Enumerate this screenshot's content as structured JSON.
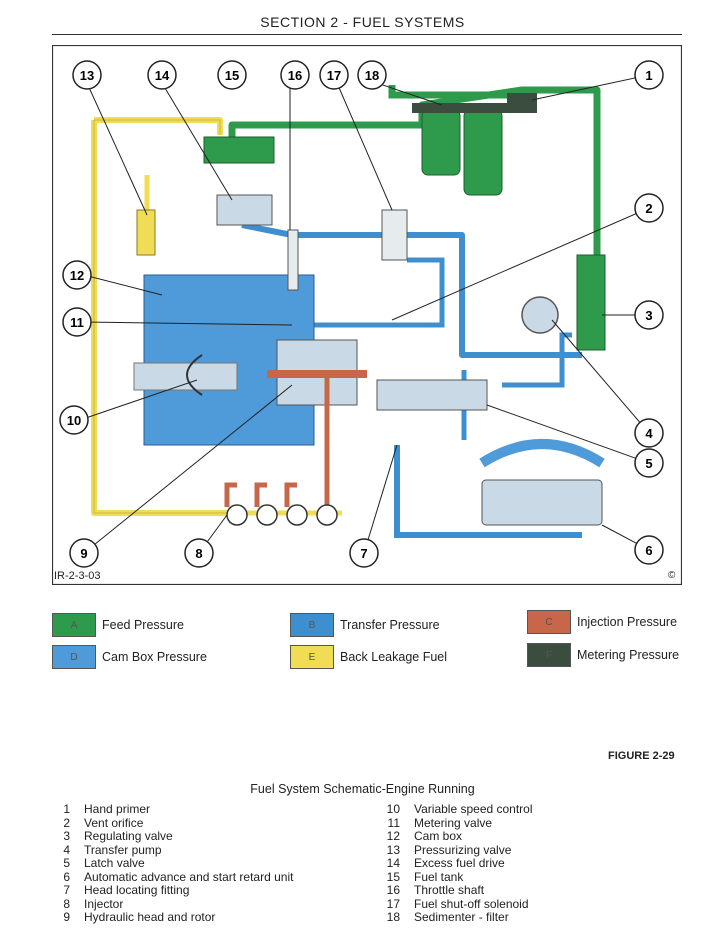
{
  "header": {
    "title": "SECTION 2 - FUEL SYSTEMS"
  },
  "figure": {
    "code": "IR-2-3-03",
    "corner_mark": "©",
    "number_label": "FIGURE 2-29",
    "caption": "Fuel System Schematic-Engine Running"
  },
  "colors": {
    "feed": "#2e9a4c",
    "transfer": "#3d8fd0",
    "injection": "#c8664a",
    "cambox": "#4f9ad8",
    "leakage": "#f0dd55",
    "metering": "#3a4d3e"
  },
  "legend": [
    {
      "letter": "A",
      "label": "Feed Pressure",
      "color": "#2e9a4c"
    },
    {
      "letter": "B",
      "label": "Transfer Pressure",
      "color": "#3d8fd0"
    },
    {
      "letter": "C",
      "label": "Injection Pressure",
      "color": "#c8664a"
    },
    {
      "letter": "D",
      "label": "Cam Box Pressure",
      "color": "#4f9ad8"
    },
    {
      "letter": "E",
      "label": "Back Leakage Fuel",
      "color": "#f0dd55"
    },
    {
      "letter": "F",
      "label": "Metering Pressure",
      "color": "#3a4d3e"
    }
  ],
  "callouts": [
    "1",
    "2",
    "3",
    "4",
    "5",
    "6",
    "7",
    "8",
    "9",
    "10",
    "11",
    "12",
    "13",
    "14",
    "15",
    "16",
    "17",
    "18"
  ],
  "parts_left": [
    {
      "num": "1",
      "name": "Hand primer"
    },
    {
      "num": "2",
      "name": "Vent orifice"
    },
    {
      "num": "3",
      "name": "Regulating valve"
    },
    {
      "num": "4",
      "name": "Transfer pump"
    },
    {
      "num": "5",
      "name": "Latch valve"
    },
    {
      "num": "6",
      "name": "Automatic advance and start retard unit"
    },
    {
      "num": "7",
      "name": "Head locating fitting"
    },
    {
      "num": "8",
      "name": "Injector"
    },
    {
      "num": "9",
      "name": "Hydraulic head and rotor"
    }
  ],
  "parts_right": [
    {
      "num": "10",
      "name": "Variable speed control"
    },
    {
      "num": "11",
      "name": "Metering valve"
    },
    {
      "num": "12",
      "name": "Cam box"
    },
    {
      "num": "13",
      "name": "Pressurizing valve"
    },
    {
      "num": "14",
      "name": "Excess fuel drive"
    },
    {
      "num": "15",
      "name": "Fuel tank"
    },
    {
      "num": "16",
      "name": "Throttle shaft"
    },
    {
      "num": "17",
      "name": "Fuel shut-off solenoid"
    },
    {
      "num": "18",
      "name": "Sedimenter - filter"
    }
  ]
}
